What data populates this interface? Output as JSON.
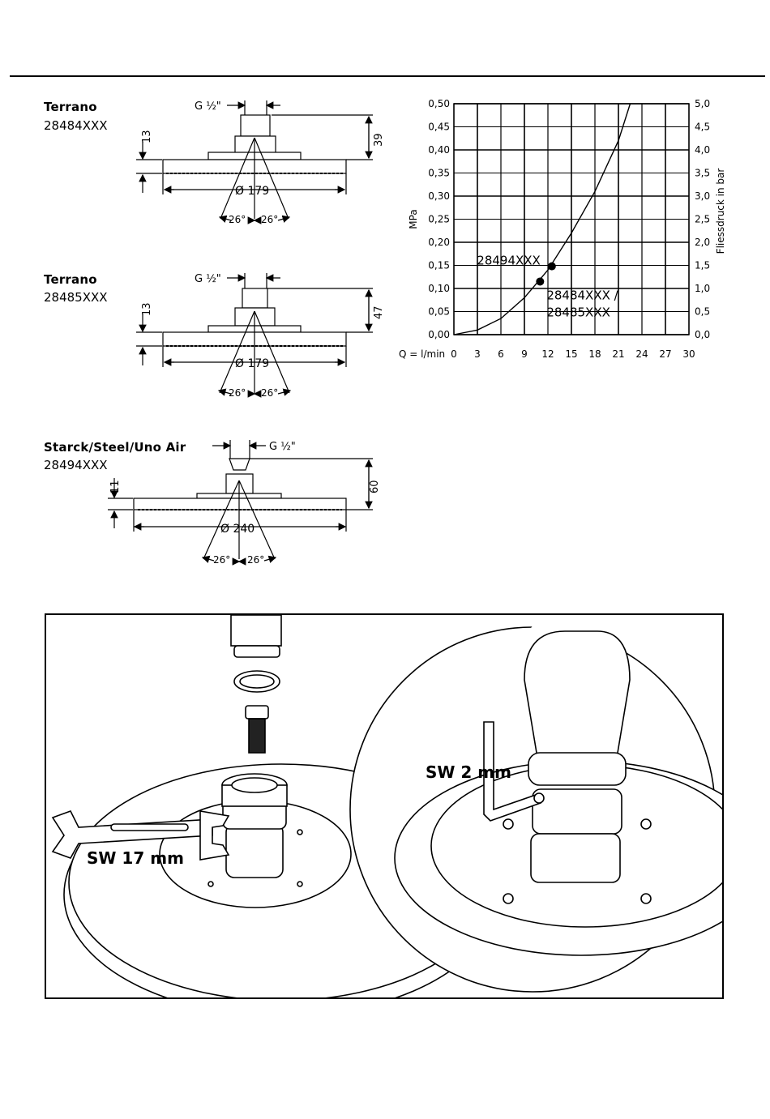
{
  "products": [
    {
      "title": "Terrano",
      "code": "28484XXX",
      "thread": "G ½\"",
      "height_dim": "39",
      "offset_dim": "13",
      "diameter": "Ø 179",
      "angle_left": "26°",
      "angle_right": "26°"
    },
    {
      "title": "Terrano",
      "code": "28485XXX",
      "thread": "G ½\"",
      "height_dim": "47",
      "offset_dim": "13",
      "diameter": "Ø 179",
      "angle_left": "26°",
      "angle_right": "26°"
    },
    {
      "title": "Starck/Steel/Uno Air",
      "code": "28494XXX",
      "thread": "G ½\"",
      "height_dim": "60",
      "offset_dim": "11",
      "diameter": "Ø 240",
      "angle_left": "26°",
      "angle_right": "26°"
    }
  ],
  "chart_data": {
    "type": "line",
    "xlabel": "Q = l/min",
    "ylabel_left": "MPa",
    "ylabel_right": "Fliessdruck in bar",
    "x_ticks": [
      "0",
      "3",
      "6",
      "9",
      "12",
      "15",
      "18",
      "21",
      "24",
      "27",
      "30"
    ],
    "y_ticks_left": [
      "0,00",
      "0,05",
      "0,10",
      "0,15",
      "0,20",
      "0,25",
      "0,30",
      "0,35",
      "0,40",
      "0,45",
      "0,50"
    ],
    "y_ticks_right": [
      "0,0",
      "0,5",
      "1,0",
      "1,5",
      "2,0",
      "2,5",
      "3,0",
      "3,5",
      "4,0",
      "4,5",
      "5,0"
    ],
    "xlim": [
      0,
      30
    ],
    "ylim": [
      0,
      0.5
    ],
    "grid": true,
    "curve": [
      {
        "x": 0,
        "y": 0.0
      },
      {
        "x": 3,
        "y": 0.01
      },
      {
        "x": 6,
        "y": 0.035
      },
      {
        "x": 9,
        "y": 0.08
      },
      {
        "x": 12,
        "y": 0.14
      },
      {
        "x": 15,
        "y": 0.22
      },
      {
        "x": 18,
        "y": 0.31
      },
      {
        "x": 21,
        "y": 0.42
      },
      {
        "x": 22.5,
        "y": 0.5
      }
    ],
    "points": [
      {
        "label": "28494XXX",
        "x": 12.5,
        "y": 0.148
      },
      {
        "label": "28484XXX /\n28485XXX",
        "x": 11.0,
        "y": 0.115
      }
    ]
  },
  "install": {
    "wrench_label": "SW 17 mm",
    "key_label": "SW 2 mm"
  }
}
